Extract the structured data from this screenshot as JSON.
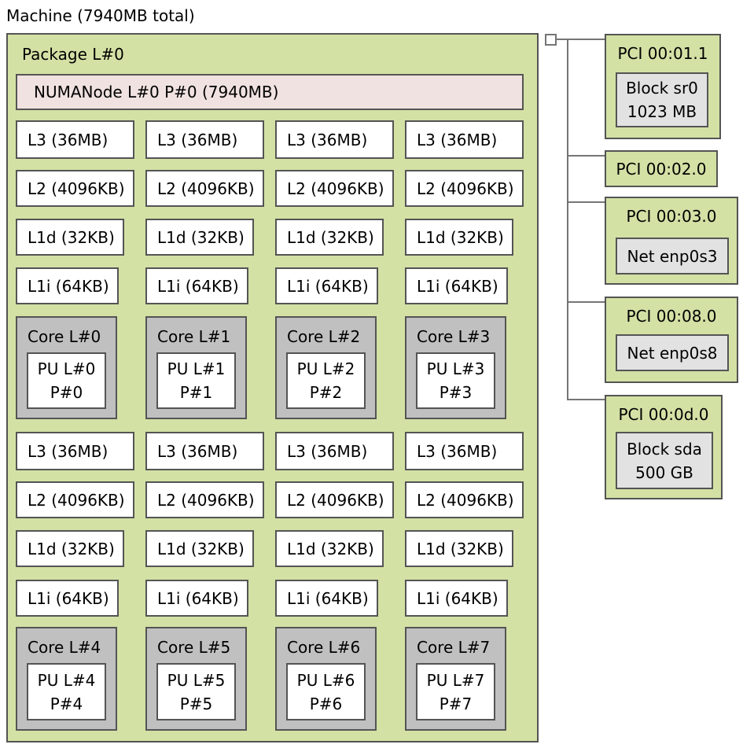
{
  "title": "Machine (7940MB total)",
  "package": {
    "label": "Package L#0"
  },
  "numanode": {
    "label": "NUMANode L#0 P#0 (7940MB)"
  },
  "cache_labels": {
    "l3": "L3 (36MB)",
    "l2": "L2 (4096KB)",
    "l1d": "L1d (32KB)",
    "l1i": "L1i (64KB)"
  },
  "cores": [
    {
      "label": "Core L#0",
      "pu": [
        "PU L#0",
        "P#0"
      ]
    },
    {
      "label": "Core L#1",
      "pu": [
        "PU L#1",
        "P#1"
      ]
    },
    {
      "label": "Core L#2",
      "pu": [
        "PU L#2",
        "P#2"
      ]
    },
    {
      "label": "Core L#3",
      "pu": [
        "PU L#3",
        "P#3"
      ]
    },
    {
      "label": "Core L#4",
      "pu": [
        "PU L#4",
        "P#4"
      ]
    },
    {
      "label": "Core L#5",
      "pu": [
        "PU L#5",
        "P#5"
      ]
    },
    {
      "label": "Core L#6",
      "pu": [
        "PU L#6",
        "P#6"
      ]
    },
    {
      "label": "Core L#7",
      "pu": [
        "PU L#7",
        "P#7"
      ]
    }
  ],
  "pci_devices": [
    {
      "label": "PCI 00:01.1",
      "device": [
        "Block sr0",
        "1023 MB"
      ]
    },
    {
      "label": "PCI 00:02.0",
      "device": []
    },
    {
      "label": "PCI 00:03.0",
      "device": [
        "Net enp0s3"
      ]
    },
    {
      "label": "PCI 00:08.0",
      "device": [
        "Net enp0s8"
      ]
    },
    {
      "label": "PCI 00:0d.0",
      "device": [
        "Block sda",
        "500 GB"
      ]
    }
  ],
  "colors": {
    "package_green": "#d3e1a5",
    "numa_pink": "#f0e2e0",
    "core_gray": "#c0c0c0",
    "device_gray": "#e2e2e2",
    "cache_white": "#ffffff",
    "box_border": "#545454",
    "connector_gray": "#757575"
  }
}
